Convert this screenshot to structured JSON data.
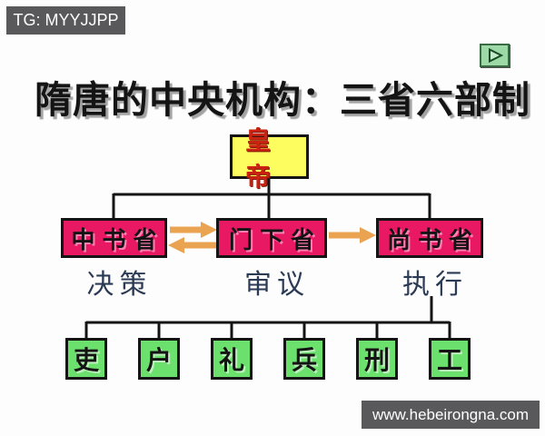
{
  "overlays": {
    "tg_badge": "TG: MYYJJPP",
    "watermark": "www.hebeirongna.com"
  },
  "slide": {
    "title": "隋唐的中央机构：三省六部制",
    "play_button_icon": "play-triangle"
  },
  "org_chart": {
    "root": {
      "label": "皇帝"
    },
    "departments": [
      {
        "label": "中书省",
        "role": "决策"
      },
      {
        "label": "门下省",
        "role": "审议"
      },
      {
        "label": "尚书省",
        "role": "执行"
      }
    ],
    "flows": [
      {
        "from": "中书省",
        "to": "门下省",
        "direction": "right"
      },
      {
        "from": "门下省",
        "to": "中书省",
        "direction": "left"
      },
      {
        "from": "门下省",
        "to": "尚书省",
        "direction": "right"
      }
    ],
    "ministries": [
      {
        "label": "吏"
      },
      {
        "label": "户"
      },
      {
        "label": "礼"
      },
      {
        "label": "兵"
      },
      {
        "label": "刑"
      },
      {
        "label": "工"
      }
    ],
    "colors": {
      "root_bg": "#fdfd60",
      "root_text": "#cc2211",
      "department_bg": "#e81862",
      "ministry_bg": "#6ce06c",
      "arrow": "#e9a351",
      "connector": "#141414",
      "role_text": "#2b3a55"
    }
  }
}
